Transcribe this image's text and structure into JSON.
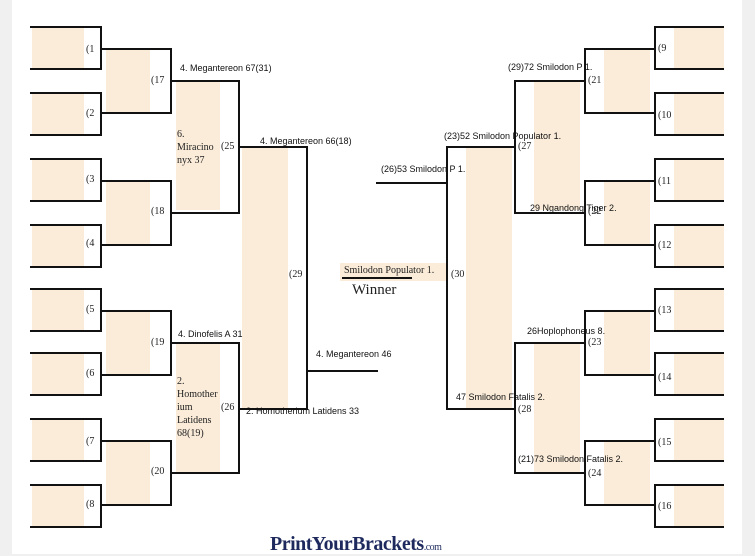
{
  "seeds": {
    "s1": "(1",
    "s2": "(2",
    "s3": "(3",
    "s4": "(4",
    "s5": "(5",
    "s6": "(6",
    "s7": "(7",
    "s8": "(8",
    "s9": "(9",
    "s10": "(10",
    "s11": "(11",
    "s12": "(12",
    "s13": "(13",
    "s14": "(14",
    "s15": "(15",
    "s16": "(16",
    "s17": "(17",
    "s18": "(18",
    "s19": "(19",
    "s20": "(20",
    "s21": "(21",
    "s22": "(22",
    "s23": "(23",
    "s24": "(24",
    "s25": "(25",
    "s26": "(26",
    "s27": "(27",
    "s28": "(28",
    "s29": "(29",
    "s30": "(30"
  },
  "left": {
    "r2_top": "4. Megantereon 67(31)",
    "r2_m1_lines": [
      "6.",
      "Miracino",
      "nyx 37"
    ],
    "r2_mid": "4. Dinofelis A 31",
    "r2_m2_lines": [
      "2.",
      "Homother",
      "ium",
      "Latidens",
      "68(19)"
    ],
    "r3_top": "4. Megantereon 66(18)",
    "r3_bot": "2. Homotherium Latidens 33",
    "r4": "4. Megantereon 46"
  },
  "right": {
    "r2_top": "(29)72 Smilodon P 1.",
    "r2_m1": "29 Ngandong Tiger 2.",
    "r2_m2": "26Hoplophoneus 8.",
    "r2_bot": "(21)73 Smilodon Fatalis 2.",
    "r3_top": "(23)52 Smilodon Populator 1.",
    "r3_bot": "47 Smilodon Fatalis 2.",
    "r4": "(26)53 Smilodon P 1."
  },
  "center": {
    "champion": "Smilodon Populator 1.",
    "winner_label": "Winner"
  },
  "branding": {
    "logo": "PrintYourBrackets",
    "logo_suffix": ".com"
  }
}
